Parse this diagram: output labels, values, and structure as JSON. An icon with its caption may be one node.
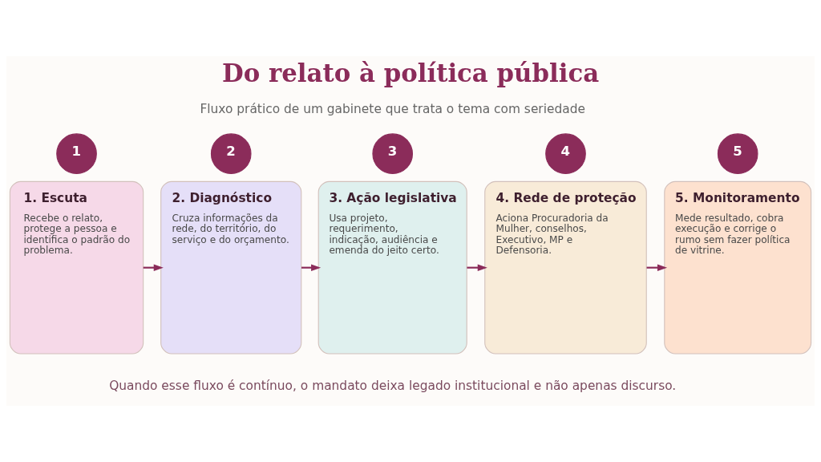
{
  "diagram": {
    "title": "Do relato à política pública",
    "nodes": [
      {
        "text": [
          "1"
        ]
      },
      {
        "text": [
          "1. Escuta",
          "Recebe o relato, protege a pessoa e identifica o padrão do problema."
        ]
      },
      {
        "text": [
          "2"
        ]
      },
      {
        "text": [
          "2. Diagnóstico",
          "Cruza informações da rede, do território, do serviço e do orçamento."
        ]
      },
      {
        "text": [
          "3"
        ]
      },
      {
        "text": [
          "3. Ação legislativa",
          "Usa projeto, requerimento, indicação, audiência e emenda do jeito certo."
        ]
      },
      {
        "text": [
          "4"
        ]
      },
      {
        "text": [
          "4. Rede de proteção",
          "Aciona Procuradoria da Mulher, conselhos, Executivo, MP e Defensoria."
        ]
      },
      {
        "text": [
          "5"
        ]
      },
      {
        "text": [
          "5. Monitoramento",
          "Mede resultado, cobra execução e corrige o rumo sem fazer política de vitrine."
        ]
      }
    ],
    "edges": [
      {
        "from": 1,
        "to": 3,
        "arrow": "to"
      },
      {
        "from": 3,
        "to": 5,
        "arrow": "to"
      },
      {
        "from": 5,
        "to": 7,
        "arrow": "to"
      },
      {
        "from": 7,
        "to": 9,
        "arrow": "to"
      }
    ],
    "labels": [
      "Fluxo prático de um gabinete que trata o tema com seriedade",
      "Quando esse fluxo é contínuo, o mandato deixa legado institucional e não apenas discurso."
    ]
  }
}
